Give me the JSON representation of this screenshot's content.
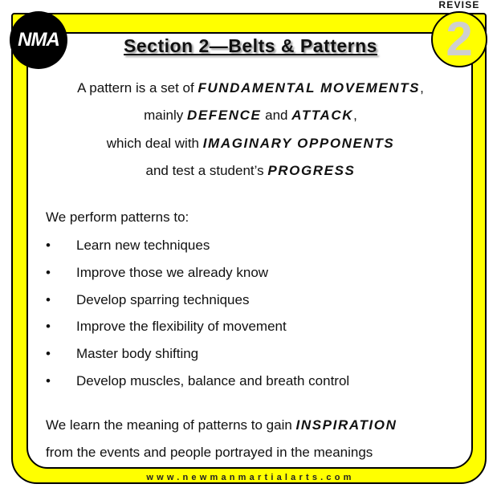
{
  "logo": {
    "text": "NMA"
  },
  "badge": {
    "number": "2",
    "label": "REVISE"
  },
  "title": "Section 2—Belts & Patterns",
  "intro": [
    {
      "pre": "A pattern is a set of ",
      "em": "FUNDAMENTAL MOVEMENTS",
      "mid": "",
      ",em2": "",
      "post": ","
    },
    {
      "pre": "mainly ",
      "em": "DEFENCE",
      "mid": " and ",
      "em2": "ATTACK",
      "post": ","
    },
    {
      "pre": "which deal with ",
      "em": "IMAGINARY OPPONENTS",
      "mid": "",
      "em2": "",
      "post": ""
    },
    {
      "pre": "and test a student’s ",
      "em": "PROGRESS",
      "mid": "",
      "em2": "",
      "post": ""
    }
  ],
  "list_intro": "We perform patterns to:",
  "bullet_char": "•",
  "bullets": [
    "Learn new techniques",
    "Improve those we already know",
    "Develop sparring techniques",
    "Improve the flexibility of movement",
    "Master body shifting",
    "Develop muscles, balance and breath control"
  ],
  "closing": {
    "pre": "We learn the meaning of patterns to gain ",
    "em": "INSPIRATION",
    "line2": "from the events and people portrayed in the meanings"
  },
  "footer": "www.newmanmartialarts.com",
  "colors": {
    "frame": "#ffff00",
    "border": "#000000"
  }
}
